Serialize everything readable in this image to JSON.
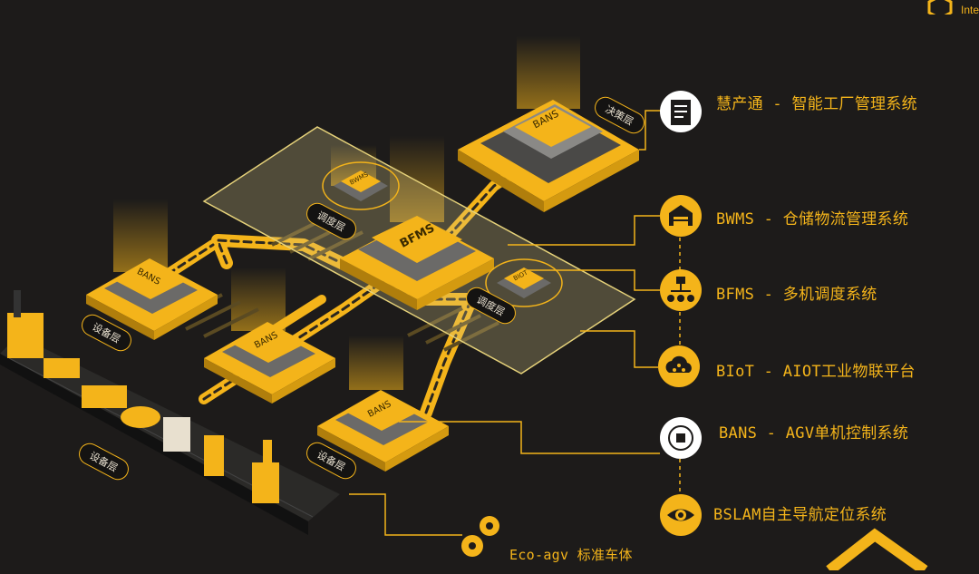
{
  "brand": {
    "partial_text": "Inte"
  },
  "layer_tags": {
    "decision": "决策层",
    "dispatch_left": "调度层",
    "dispatch_right": "调度层",
    "device_1": "设备层",
    "device_2": "设备层",
    "device_3": "设备层"
  },
  "chips": {
    "top": "BANS",
    "bfms": "BFMS",
    "small_left": "BWMS",
    "small_right": "BIOT",
    "left": "BANS",
    "mid": "BANS",
    "lower": "BANS"
  },
  "systems": [
    {
      "label": "慧产通 - 智能工厂管理系统",
      "icon": "clipboard-icon"
    },
    {
      "label": "BWMS - 仓储物流管理系统",
      "icon": "warehouse-icon"
    },
    {
      "label": "BFMS - 多机调度系统",
      "icon": "network-icon"
    },
    {
      "label": "BIoT - AIOT工业物联平台",
      "icon": "cloud-icon"
    },
    {
      "label": "BANS -  AGV单机控制系统",
      "icon": "brain-chip-icon"
    },
    {
      "label": "BSLAM自主导航定位系统",
      "icon": "eye-icon"
    }
  ],
  "eco": {
    "label": "Eco-agv 标准车体",
    "icon": "gears-icon"
  },
  "colors": {
    "accent": "#f4b41a",
    "background": "#1d1b1a",
    "chip_gray": "#6b6a68"
  }
}
